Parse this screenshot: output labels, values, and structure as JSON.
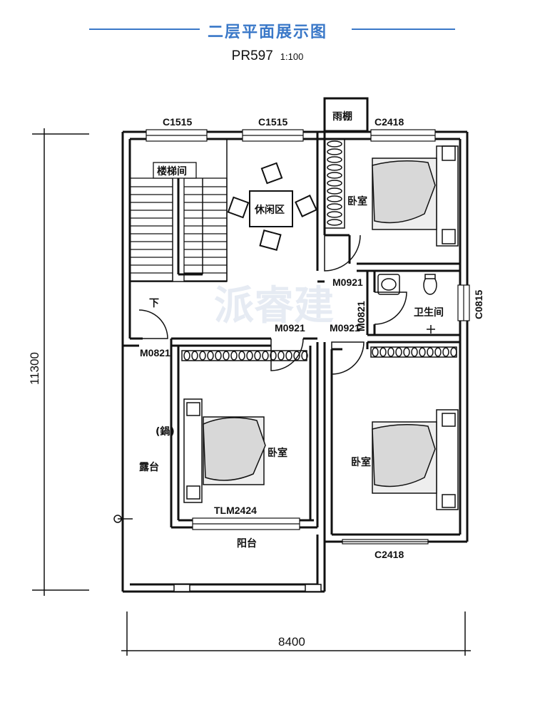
{
  "title": "二层平面展示图",
  "plan_code": "PR597",
  "scale": "1:100",
  "rooms": {
    "stair": "楼梯间",
    "lounge": "休闲区",
    "bedroom_ne": "卧室",
    "bedroom_sw": "卧室",
    "bedroom_se": "卧室",
    "bathroom": "卫生间",
    "terrace": "露台",
    "balcony": "阳台",
    "canopy": "雨棚"
  },
  "openings": {
    "w_c1515_a": "C1515",
    "w_c1515_b": "C1515",
    "w_c2418_top": "C2418",
    "w_c2418_bottom": "C2418",
    "w_c0815": "C0815",
    "d_m0921_ne": "M0921",
    "d_m0921_sw": "M0921",
    "d_m0921_se": "M0921",
    "d_m0821_bath": "M0821",
    "d_m0821_terrace": "M0821",
    "d_tlm2424": "TLM2424"
  },
  "misc": {
    "down_mark": "下",
    "paren_mark": "(鍋)"
  },
  "dimensions": {
    "width": "8400",
    "height": "11300"
  },
  "watermark": "派睿建"
}
